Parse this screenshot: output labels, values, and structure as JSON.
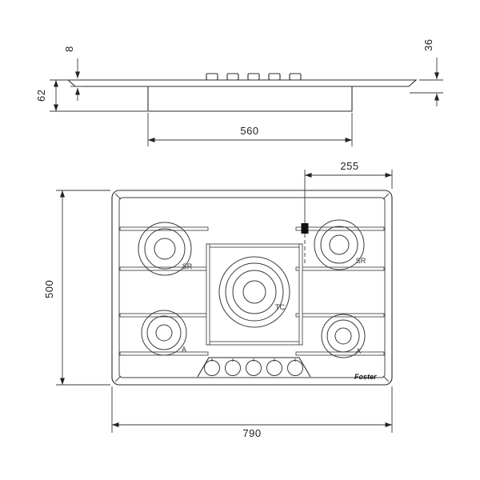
{
  "side_view": {
    "dim_thickness": "8",
    "dim_edge_height": "36",
    "dim_total_depth": "62",
    "dim_cutout_width": "560"
  },
  "plan_view": {
    "dim_connection_offset": "255",
    "dim_depth": "500",
    "dim_width": "790",
    "burners": {
      "rear_left": "SR",
      "rear_right": "SR",
      "center": "TC",
      "front_left": "A",
      "front_right": "A"
    },
    "brand": "Foster"
  },
  "colors": {
    "line": "#2b2b2b",
    "dimension": "#3a3a3a",
    "marker_fill": "#111111",
    "background": "#ffffff"
  }
}
